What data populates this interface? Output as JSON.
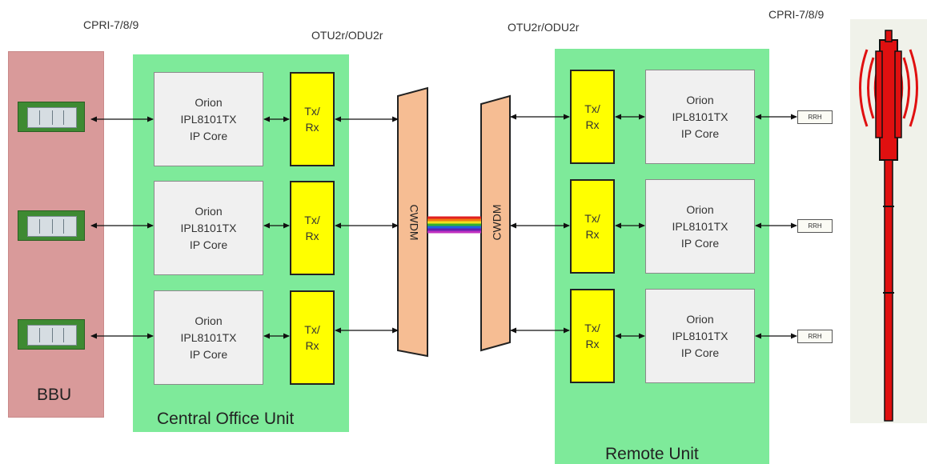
{
  "labels": {
    "cpri_left": "CPRI-7/8/9",
    "otu_left": "OTU2r/ODU2r",
    "otu_right": "OTU2r/ODU2r",
    "cpri_right": "CPRI-7/8/9"
  },
  "panels": {
    "bbu": "BBU",
    "central_office": "Central Office Unit",
    "remote_unit": "Remote Unit"
  },
  "ip_core": {
    "line1": "Orion",
    "line2": "IPL8101TX",
    "line3": "IP Core"
  },
  "transceiver": {
    "line1": "Tx/",
    "line2": "Rx"
  },
  "cwdm": {
    "left": "CWDM",
    "right": "CWDM"
  },
  "rrh": {
    "label": "RRH"
  },
  "colors": {
    "panel_green": "#7eea9a",
    "bbu_pink": "#d99a9a",
    "txrx_yellow": "#ffff00",
    "cwdm_orange": "#f6bd93",
    "tower_red": "#e01010"
  }
}
